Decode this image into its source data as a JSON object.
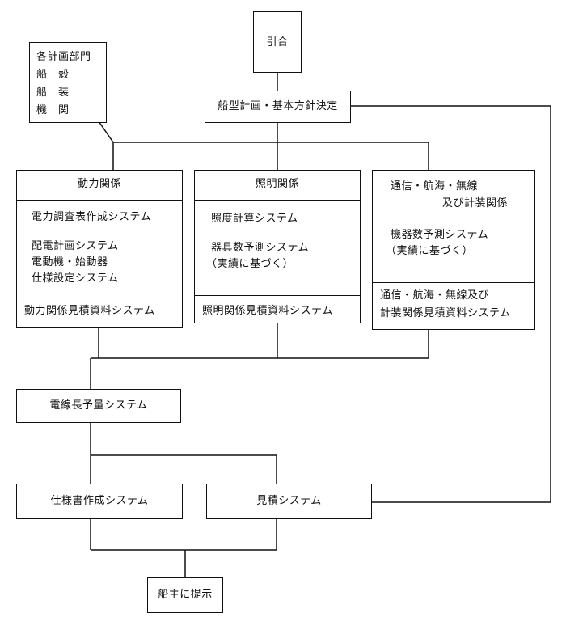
{
  "inquiry": "引合",
  "departments": {
    "lines": [
      "各計画部門",
      "船　殻",
      "船　装",
      "機　関"
    ]
  },
  "basic_plan": "船型計画・基本方針決定",
  "power": {
    "title": "動力関係",
    "items": [
      "電力調査表作成システム",
      "配電計画システム",
      "電動機・始動器",
      "仕様設定システム"
    ],
    "estimate": "動力関係見積資料システム"
  },
  "lighting": {
    "title": "照明関係",
    "items": [
      "照度計算システム",
      "器具数予測システム",
      "（実績に基づく）"
    ],
    "estimate": "照明関係見積資料システム"
  },
  "comm": {
    "title_lines": [
      "通信・航海・無線",
      "及び計装関係"
    ],
    "items": [
      "機器数予測システム",
      "（実績に基づく）"
    ],
    "estimate_lines": [
      "通信・航海・無線及び",
      "計装関係見積資料システム"
    ]
  },
  "cable": "電線長予量システム",
  "spec": "仕様書作成システム",
  "estimate_system": "見積システム",
  "owner": "船主に提示"
}
